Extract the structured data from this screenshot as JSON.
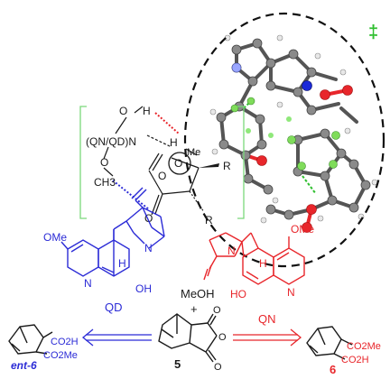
{
  "colors": {
    "black": "#1a1a1a",
    "blue": "#2b2bd6",
    "red": "#e8262b",
    "green": "#2fbf2f",
    "bracket_green": "#7bd87b",
    "carbon_grey": "#8a8a8a"
  },
  "transition_state": {
    "dagger": "‡",
    "atoms": {
      "o_top": "O",
      "h_top": "H",
      "n_left": "(QN/QD)N",
      "o_bottom": "O",
      "ch3": "CH3",
      "h_mid": "H",
      "o_carbonyl": "O",
      "o_ring": "O",
      "me": "Me",
      "r_top": "R",
      "r_bottom": "R",
      "o_bottom_carbonyl": "O"
    }
  },
  "quinidine": {
    "label": "QD",
    "ome": "OMe",
    "h": "H",
    "n_ring": "N",
    "n_amine": "N",
    "oh": "OH"
  },
  "quinine": {
    "label": "QN",
    "ome": "OMe",
    "h": "H",
    "n_ring": "N",
    "n_amine": "N",
    "ho": "HO"
  },
  "reagent": {
    "meoh": "MeOH",
    "plus": "+"
  },
  "anhydride": {
    "label": "5",
    "o1": "O",
    "o2": "O",
    "o3": "O"
  },
  "product_ent": {
    "label": "ent-6",
    "co2h": "CO2H",
    "co2me": "CO2Me"
  },
  "product": {
    "label": "6",
    "co2me": "CO2Me",
    "co2h": "CO2H"
  }
}
